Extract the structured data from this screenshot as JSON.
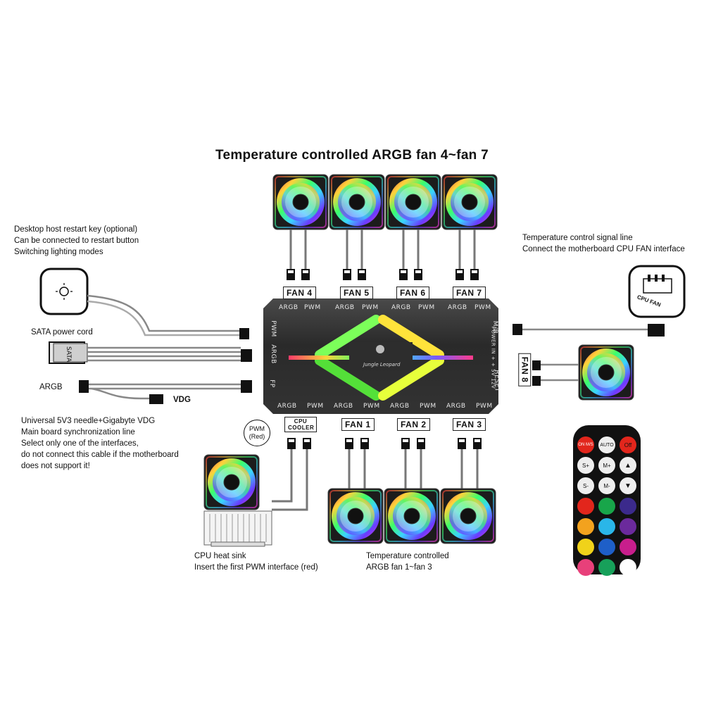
{
  "title": "Temperature controlled ARGB fan 4~fan 7",
  "left_notes": {
    "restart": [
      "Desktop host restart key (optional)",
      "Can be connected to restart button",
      "Switching lighting modes"
    ],
    "sata": "SATA power cord",
    "argb": "ARGB",
    "vdg": "VDG",
    "universal": [
      "Universal 5V3 needle+Gigabyte VDG",
      "Main board synchronization line",
      "Select only one of the interfaces,",
      "do not connect this cable if the motherboard",
      "does not support it!"
    ]
  },
  "right_notes": {
    "signal": [
      "Temperature control signal line",
      "Connect the motherboard CPU FAN interface"
    ],
    "cpu_fan_tag": "CPU FAN"
  },
  "fan_labels": {
    "fan4": "FAN 4",
    "fan5": "FAN 5",
    "fan6": "FAN 6",
    "fan7": "FAN 7",
    "fan1": "FAN 1",
    "fan2": "FAN 2",
    "fan3": "FAN 3",
    "fan8": "FAN 8",
    "cpu_cooler": "CPU COOLER",
    "pwm_red": "PWM (Red)"
  },
  "hub": {
    "top_ports": [
      "ARGB",
      "PWM",
      "ARGB",
      "PWM",
      "ARGB",
      "PWM",
      "ARGB",
      "PWM"
    ],
    "bottom_ports": [
      "ARGB",
      "PWM",
      "ARGB",
      "PWM",
      "ARGB",
      "PWM",
      "ARGB",
      "PWM"
    ],
    "left_ports": [
      "PWM",
      "ARGB",
      "FP"
    ],
    "right_ports": [
      "M/B",
      "POWER IN + + 5V 12V",
      "RESET"
    ],
    "brand": "Jungle Leopard"
  },
  "bottom_notes": {
    "cpu_heatsink": [
      "CPU heat sink",
      "Insert the first PWM interface (red)"
    ],
    "temp_controlled": [
      "Temperature controlled",
      "ARGB fan 1~fan 3"
    ]
  },
  "remote": {
    "buttons_row1": [
      "ON M/S",
      "AUTO",
      "Off"
    ],
    "buttons_row2": [
      "S+",
      "M+"
    ],
    "buttons_row3": [
      "S-",
      "M-"
    ],
    "colors": [
      "#e2261c",
      "#18a64a",
      "#3b2a8c",
      "#f3a21e",
      "#2ab6e8",
      "#6b2a9c",
      "#f0d21a",
      "#1e5fc8",
      "#c81e8c",
      "#e8407a",
      "#17a05a",
      "#ffffff"
    ]
  }
}
